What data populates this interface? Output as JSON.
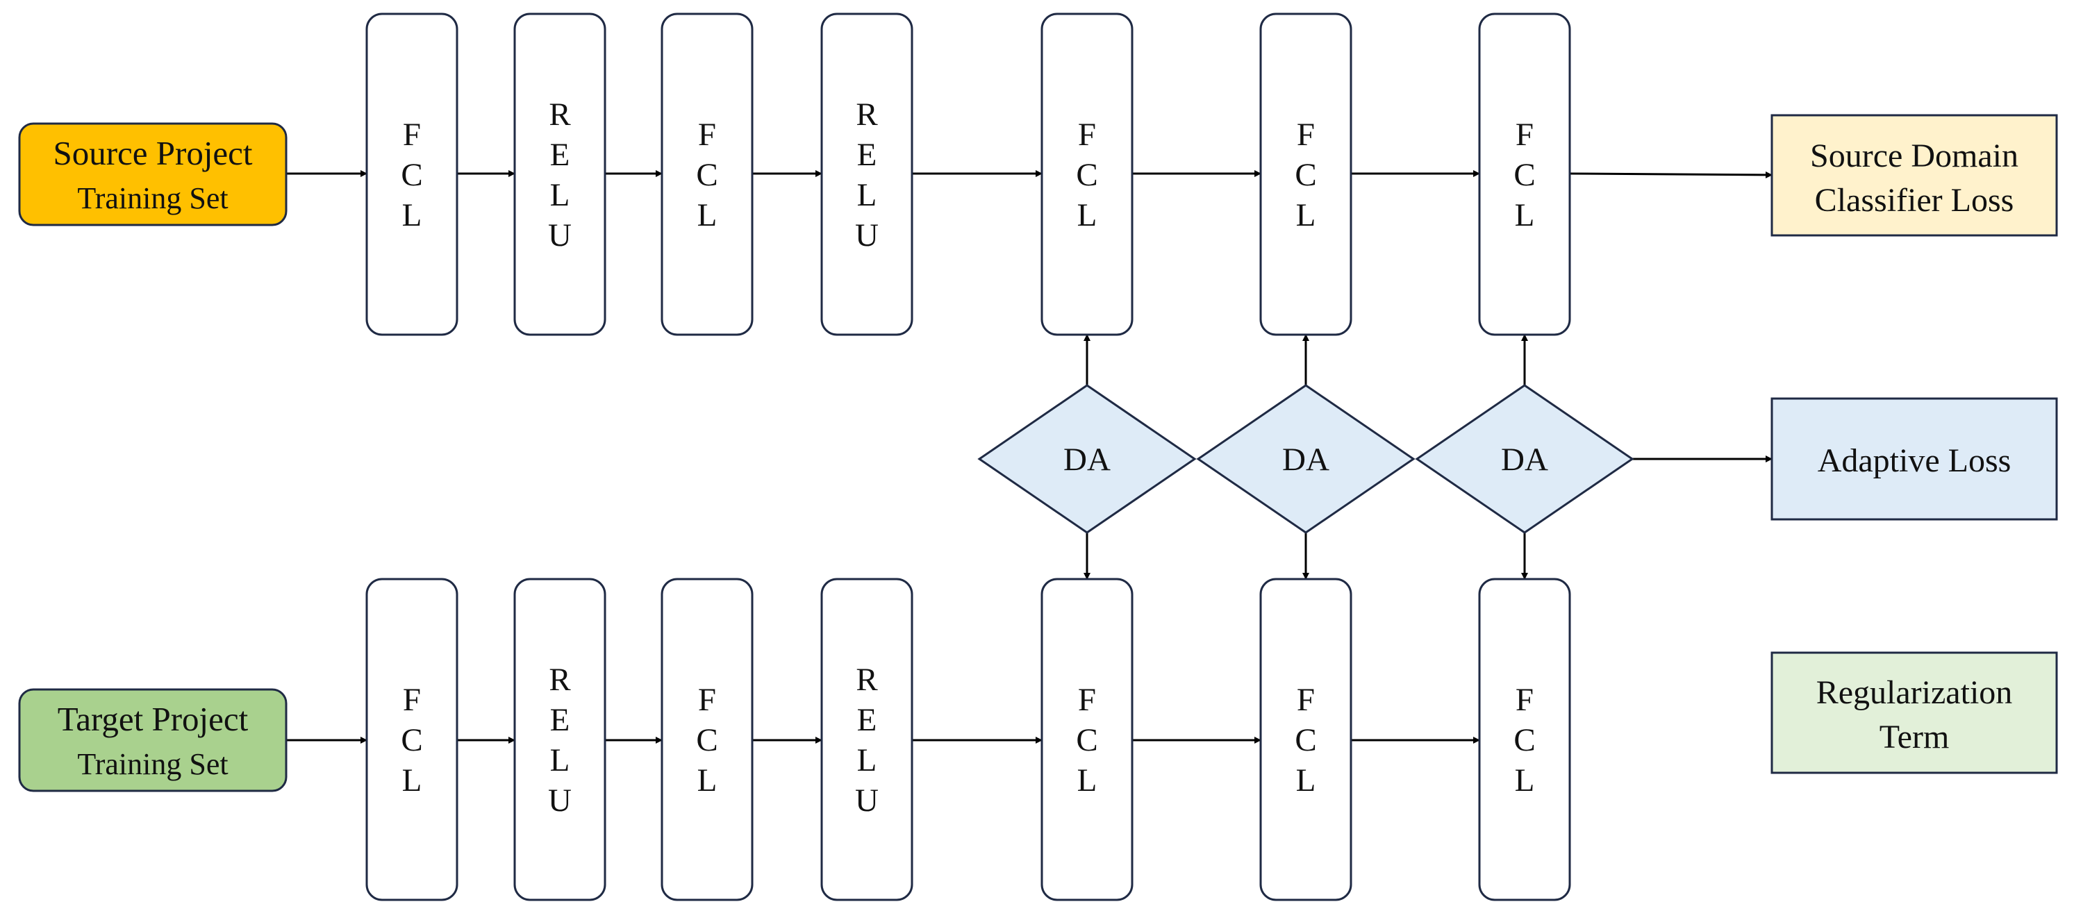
{
  "inputs": {
    "source": {
      "line1": "Source Project",
      "line2": "Training Set",
      "fill": "#FFC000"
    },
    "target": {
      "line1": "Target Project",
      "line2": "Training Set",
      "fill": "#A9D18E"
    }
  },
  "layers": {
    "source": [
      "FCL",
      "RELU",
      "FCL",
      "RELU",
      "FCL",
      "FCL",
      "FCL"
    ],
    "target": [
      "FCL",
      "RELU",
      "FCL",
      "RELU",
      "FCL",
      "FCL",
      "FCL"
    ]
  },
  "adapters": [
    "DA",
    "DA",
    "DA"
  ],
  "outputs": {
    "source_loss": {
      "line1": "Source Domain",
      "line2": "Classifier Loss",
      "fill": "#FFF2CC"
    },
    "adaptive_loss": {
      "line1": "Adaptive Loss",
      "fill": "#DEEBF7"
    },
    "regularization": {
      "line1": "Regularization",
      "line2": "Term",
      "fill": "#E2F0D9"
    }
  },
  "colors": {
    "stroke": "#1F2A44",
    "layer_fill": "#FFFFFF",
    "adapter_fill": "#DEEBF7",
    "arrow": "#000000"
  }
}
